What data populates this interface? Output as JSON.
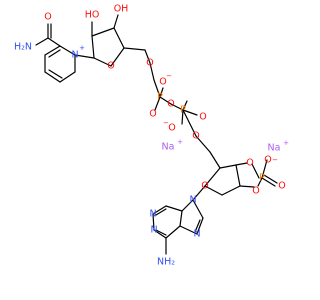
{
  "structure": {
    "atom_labels": {
      "h2n_1": "H₂N",
      "o_amide": "O",
      "n_pyr": "N",
      "n_pyr_charge": "+",
      "oh_1": "HO",
      "oh_2": "OH",
      "o_ring1": "O",
      "o_5p": "O",
      "o_p1a": "O",
      "o_p1a_charge": "−",
      "p_1": "P",
      "o_p1b": "O",
      "o_bridge": "O",
      "p_2": "P",
      "o_p2a": "O",
      "o_p2b": "O",
      "o_p2b_charge": "−",
      "o_5p2": "O",
      "na_1": "Na",
      "na_1_charge": "+",
      "na_2": "Na",
      "na_2_charge": "+",
      "o_p3a": "O",
      "o_p3a_charge": "−",
      "o_cyc1": "O",
      "p_3": "P",
      "o_p3b": "O",
      "o_cyc2": "O",
      "o_ring2": "O",
      "n_9": "N",
      "n_7": "N",
      "n_1": "N",
      "n_3": "N",
      "h2n_2": "NH₂"
    },
    "colors": {
      "carbon_bond": "#000000",
      "nitrogen": "#3050F8",
      "oxygen": "#FF0D0D",
      "phosphorus": "#FF8000",
      "sodium": "#AB5CF2"
    }
  }
}
